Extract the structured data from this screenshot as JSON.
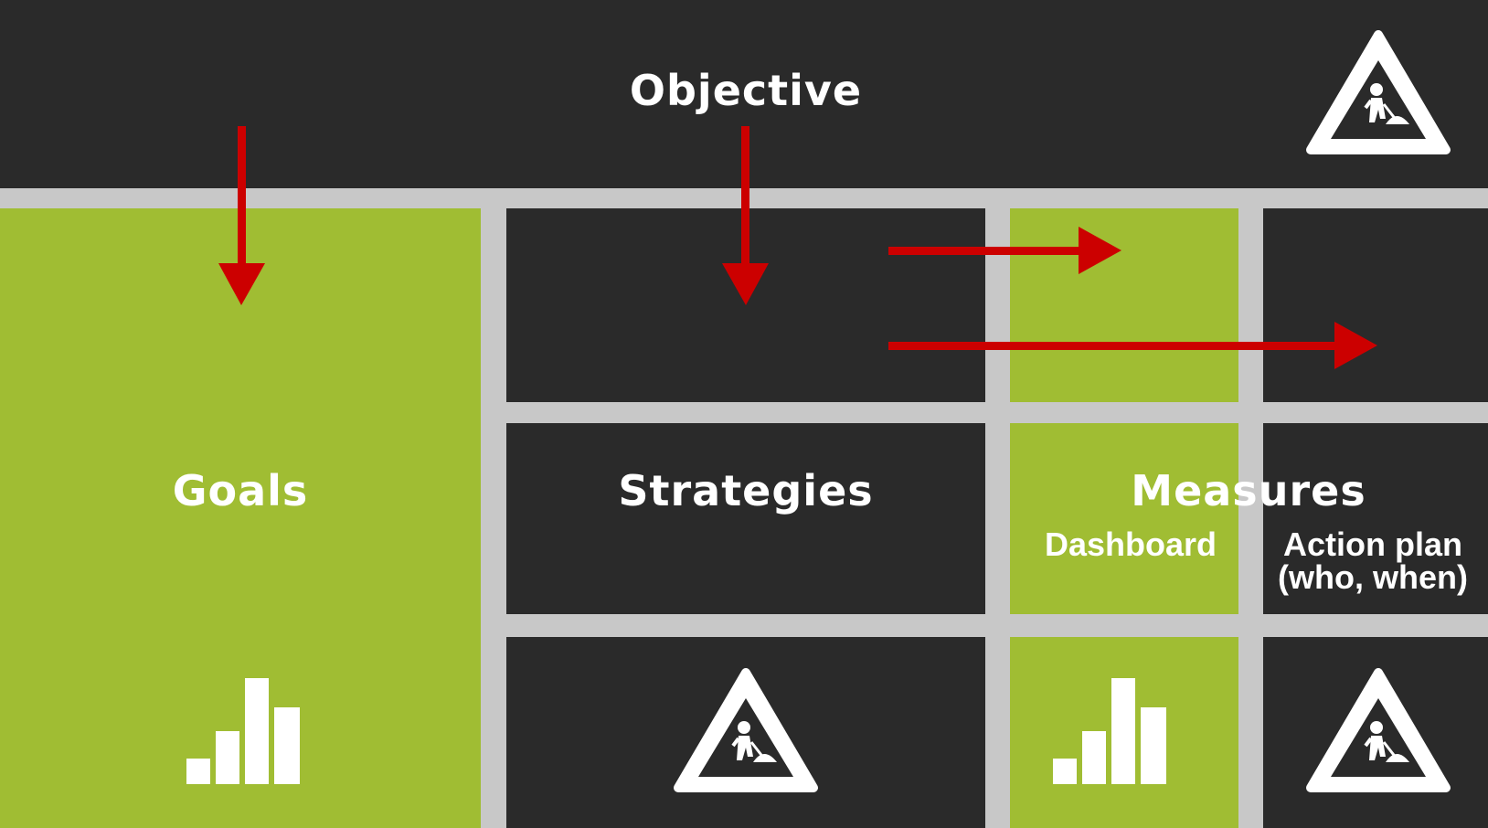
{
  "objective": {
    "title": "Objective"
  },
  "columns": {
    "goals": "Goals",
    "strategies": "Strategies",
    "measures": "Measures"
  },
  "measures_sub": {
    "dashboard": "Dashboard",
    "action_plan_line1": "Action plan",
    "action_plan_line2": "(who, when)"
  },
  "icons": {
    "under_construction": "under-construction-icon",
    "bar_chart": "bar-chart-icon"
  },
  "colors": {
    "dark": "#2a2a2a",
    "green": "#a0bd33",
    "divider": "#c8c8c8",
    "arrow": "#cc0000",
    "text": "#ffffff"
  }
}
